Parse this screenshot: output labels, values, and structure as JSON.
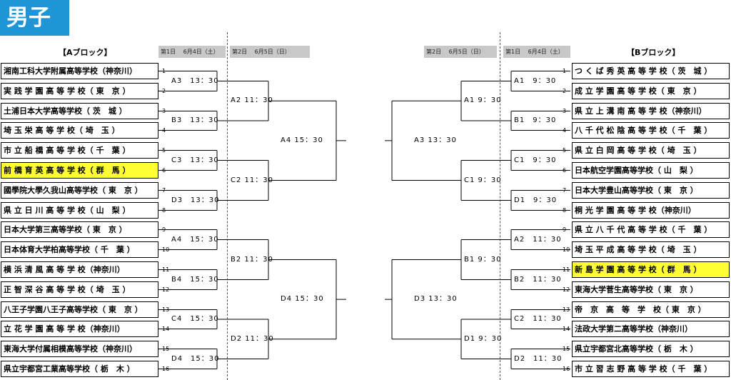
{
  "page_title": "男子",
  "a_block": {
    "label": "【Aブロック】",
    "header_day1": "第1日　 6月4日（土）",
    "header_day2": "第2日　 6月5日（日）",
    "teams": [
      {
        "seed": "1",
        "name": "湘南工科大学附属高等学校（神奈川）",
        "highlight": false
      },
      {
        "seed": "2",
        "name": "実 践 学 園 高 等 学 校（ 東　京 ）",
        "highlight": false
      },
      {
        "seed": "3",
        "name": "土浦日本大学高等学校（ 茨　城 ）",
        "highlight": false
      },
      {
        "seed": "4",
        "name": "埼 玉 栄 高 等 学 校（ 埼　玉 ）",
        "highlight": false
      },
      {
        "seed": "5",
        "name": "市 立 船 橋 高 等 学 校（ 千　葉 ）",
        "highlight": false
      },
      {
        "seed": "6",
        "name": "前 橋 育 英 高 等 学 校（ 群　馬 ）",
        "highlight": true
      },
      {
        "seed": "7",
        "name": "國學院大學久我山高等学校（ 東　京 ）",
        "highlight": false
      },
      {
        "seed": "8",
        "name": "県 立 日 川 高 等 学 校（ 山　梨 ）",
        "highlight": false
      },
      {
        "seed": "9",
        "name": "日本大学第三高等学校（ 東　京 ）",
        "highlight": false
      },
      {
        "seed": "10",
        "name": "日本体育大学柏高等学校（ 千　葉 ）",
        "highlight": false
      },
      {
        "seed": "11",
        "name": "横 浜 清 風 高 等 学 校（神奈川）",
        "highlight": false
      },
      {
        "seed": "12",
        "name": "正 智 深 谷 高 等 学 校（ 埼　玉 ）",
        "highlight": false
      },
      {
        "seed": "13",
        "name": "八王子学園八王子高等学校（ 東　京 ）",
        "highlight": false
      },
      {
        "seed": "14",
        "name": "立 花 学 園 高 等 学 校（神奈川）",
        "highlight": false
      },
      {
        "seed": "15",
        "name": "東海大学付属相模高等学校（神奈川）",
        "highlight": false
      },
      {
        "seed": "16",
        "name": "県立宇都宮工業高等学校（ 栃　木 ）",
        "highlight": false
      }
    ],
    "round1": [
      "A3　13：30",
      "B3　13：30",
      "C3　13：30",
      "D3　13：30",
      "A4　15：30",
      "B4　15：30",
      "C4　15：30",
      "D4　15：30"
    ],
    "round2": [
      "A2 11：30",
      "C2 11：30",
      "B2 11：30",
      "D2 11：30"
    ],
    "round3": [
      "A4 15：30",
      "D4 15：30"
    ]
  },
  "b_block": {
    "label": "【Bブロック】",
    "header_day2": "第2日　 6月5日（日）",
    "header_day1": "第1日　 6月4日（土）",
    "teams": [
      {
        "seed": "1",
        "name": "つ く ば 秀 英 高 等 学 校（ 茨　城 ）",
        "highlight": false
      },
      {
        "seed": "2",
        "name": "成 立 学 園 高 等 学 校（ 東　京 ）",
        "highlight": false
      },
      {
        "seed": "3",
        "name": "県 立 上 溝 南 高 等 学 校（神奈川）",
        "highlight": false
      },
      {
        "seed": "4",
        "name": "八 千 代 松 陰 高 等 学 校（ 千　葉 ）",
        "highlight": false
      },
      {
        "seed": "5",
        "name": "県 立 白 岡 高 等 学 校（ 埼　玉 ）",
        "highlight": false
      },
      {
        "seed": "6",
        "name": "日本航空学園高等学校（ 山　梨 ）",
        "highlight": false
      },
      {
        "seed": "7",
        "name": "日本大学豊山高等学校（ 東　京 ）",
        "highlight": false
      },
      {
        "seed": "8",
        "name": "桐 光 学 園 高 等 学 校（神奈川）",
        "highlight": false
      },
      {
        "seed": "9",
        "name": "県 立 八 千 代 高 等 学 校（ 千　葉 ）",
        "highlight": false
      },
      {
        "seed": "10",
        "name": "埼 玉 平 成 高 等 学 校（ 埼　玉 ）",
        "highlight": false
      },
      {
        "seed": "11",
        "name": "新 島 学 園 高 等 学 校（ 群　馬 ）",
        "highlight": true
      },
      {
        "seed": "12",
        "name": "東海大学菅生高等学校（ 東　京 ）",
        "highlight": false
      },
      {
        "seed": "13",
        "name": "帝　京　高　等　学　校（ 東　京 ）",
        "highlight": false
      },
      {
        "seed": "14",
        "name": "法政大学第二高等学校（神奈川）",
        "highlight": false
      },
      {
        "seed": "15",
        "name": "県立宇都宮北高等学校（ 栃　木 ）",
        "highlight": false
      },
      {
        "seed": "16",
        "name": "市 立 習 志 野 高 等 学 校（ 千　葉 ）",
        "highlight": false
      }
    ],
    "round1": [
      "A1　9：30",
      "B1　9：30",
      "C1　9：30",
      "D1　9：30",
      "A2　11：30",
      "B2　11：30",
      "C2　11：30",
      "D2　11：30"
    ],
    "round2": [
      "A1 9：30",
      "C1 9：30",
      "B1 9：30",
      "D1 9：30"
    ],
    "round3": [
      "A3 13：30",
      "D3 13：30"
    ]
  }
}
